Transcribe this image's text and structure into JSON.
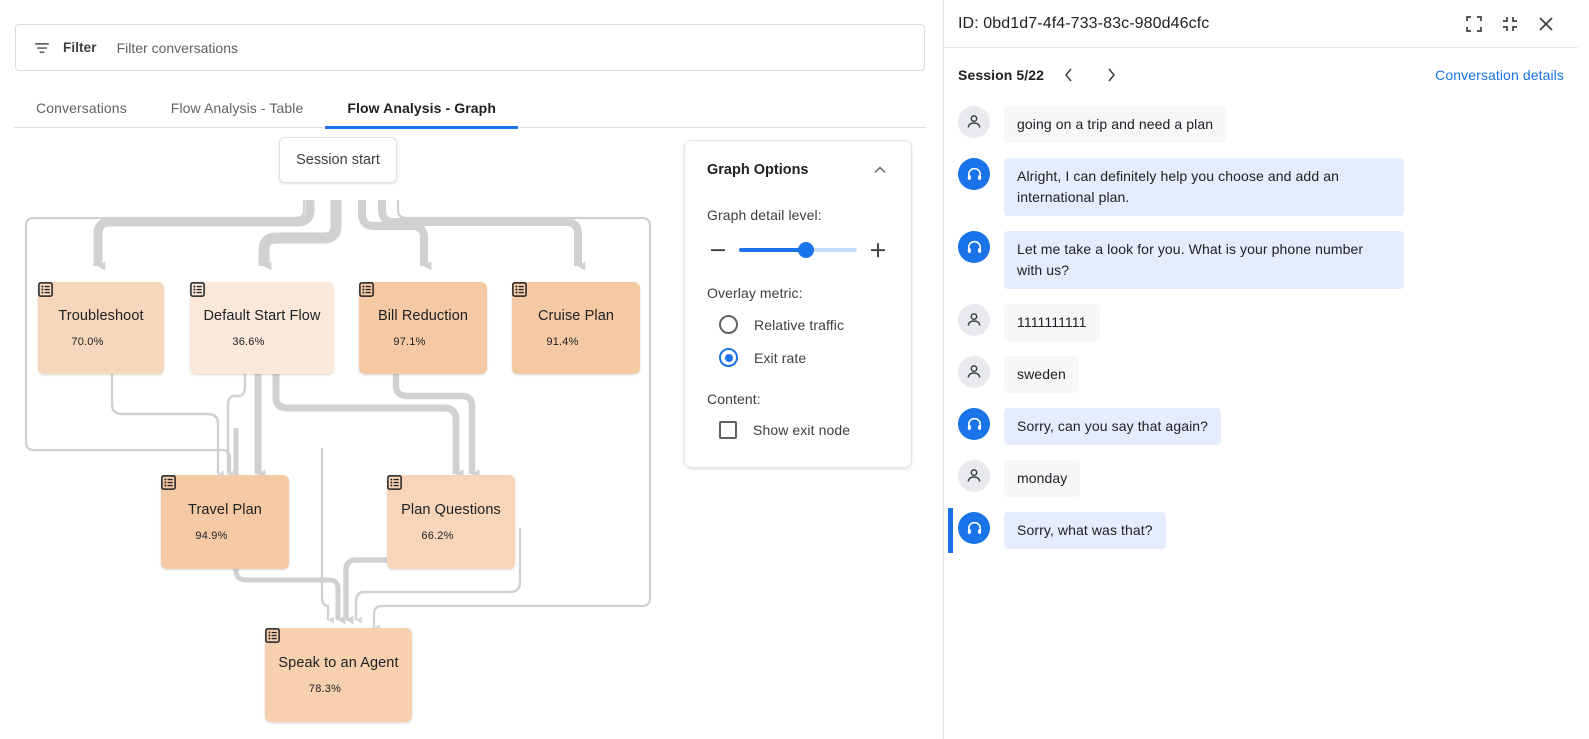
{
  "filter": {
    "label": "Filter",
    "icon": "filter-icon",
    "placeholder": "Filter conversations",
    "value": ""
  },
  "tabs": [
    {
      "label": "Conversations",
      "active": false
    },
    {
      "label": "Flow Analysis - Table",
      "active": false
    },
    {
      "label": "Flow Analysis - Graph",
      "active": true
    }
  ],
  "graph": {
    "session_start_label": "Session start",
    "nodes": [
      {
        "id": "troubleshoot",
        "label": "Troubleshoot",
        "metric": "70.0%",
        "color": "#f7d7bc"
      },
      {
        "id": "default_start",
        "label": "Default Start Flow",
        "metric": "36.6%",
        "color": "#fbe8da"
      },
      {
        "id": "bill_reduction",
        "label": "Bill Reduction",
        "metric": "97.1%",
        "color": "#f5c9a4"
      },
      {
        "id": "cruise_plan",
        "label": "Cruise Plan",
        "metric": "91.4%",
        "color": "#f5c9a4"
      },
      {
        "id": "travel_plan",
        "label": "Travel Plan",
        "metric": "94.9%",
        "color": "#f5c9a4"
      },
      {
        "id": "plan_questions",
        "label": "Plan Questions",
        "metric": "66.2%",
        "color": "#f8d5b8"
      },
      {
        "id": "speak_to_agent",
        "label": "Speak to an Agent",
        "metric": "78.3%",
        "color": "#f7d0b0"
      }
    ]
  },
  "options": {
    "title": "Graph Options",
    "collapse_icon": "chevron-up-icon",
    "detail_level_label": "Graph detail level:",
    "slider": {
      "decrease_icon": "minus-icon",
      "increase_icon": "plus-icon",
      "value_percent": 57
    },
    "overlay_metric_label": "Overlay metric:",
    "overlay_options": [
      {
        "label": "Relative traffic",
        "selected": false
      },
      {
        "label": "Exit rate",
        "selected": true
      }
    ],
    "content_label": "Content:",
    "content_options": [
      {
        "label": "Show exit node",
        "checked": false
      }
    ]
  },
  "conversation": {
    "id_label": "ID: 0bd1d7-4f4-733-83c-980d46cfc",
    "header_actions": [
      "expand-icon",
      "collapse-icon",
      "close-icon"
    ],
    "session_label": "Session 5/22",
    "prev_icon": "chevron-left-icon",
    "next_icon": "chevron-right-icon",
    "details_link": "Conversation details",
    "messages": [
      {
        "role": "user",
        "text": "going on a trip and need a plan",
        "highlight": false
      },
      {
        "role": "agent",
        "text": "Alright, I can definitely help you choose and add an international plan.",
        "highlight": false
      },
      {
        "role": "agent",
        "text": "Let me take a look for you. What is your phone number with us?",
        "highlight": false
      },
      {
        "role": "user",
        "text": "1111111111",
        "highlight": false
      },
      {
        "role": "user",
        "text": "sweden",
        "highlight": false
      },
      {
        "role": "agent",
        "text": "Sorry, can you say that again?",
        "highlight": false
      },
      {
        "role": "user",
        "text": "monday",
        "highlight": false
      },
      {
        "role": "agent",
        "text": "Sorry, what was that?",
        "highlight": true
      }
    ]
  },
  "colors": {
    "accent": "#1a73e8",
    "edge": "#d0d2d4",
    "node_border": "#ffffff"
  }
}
